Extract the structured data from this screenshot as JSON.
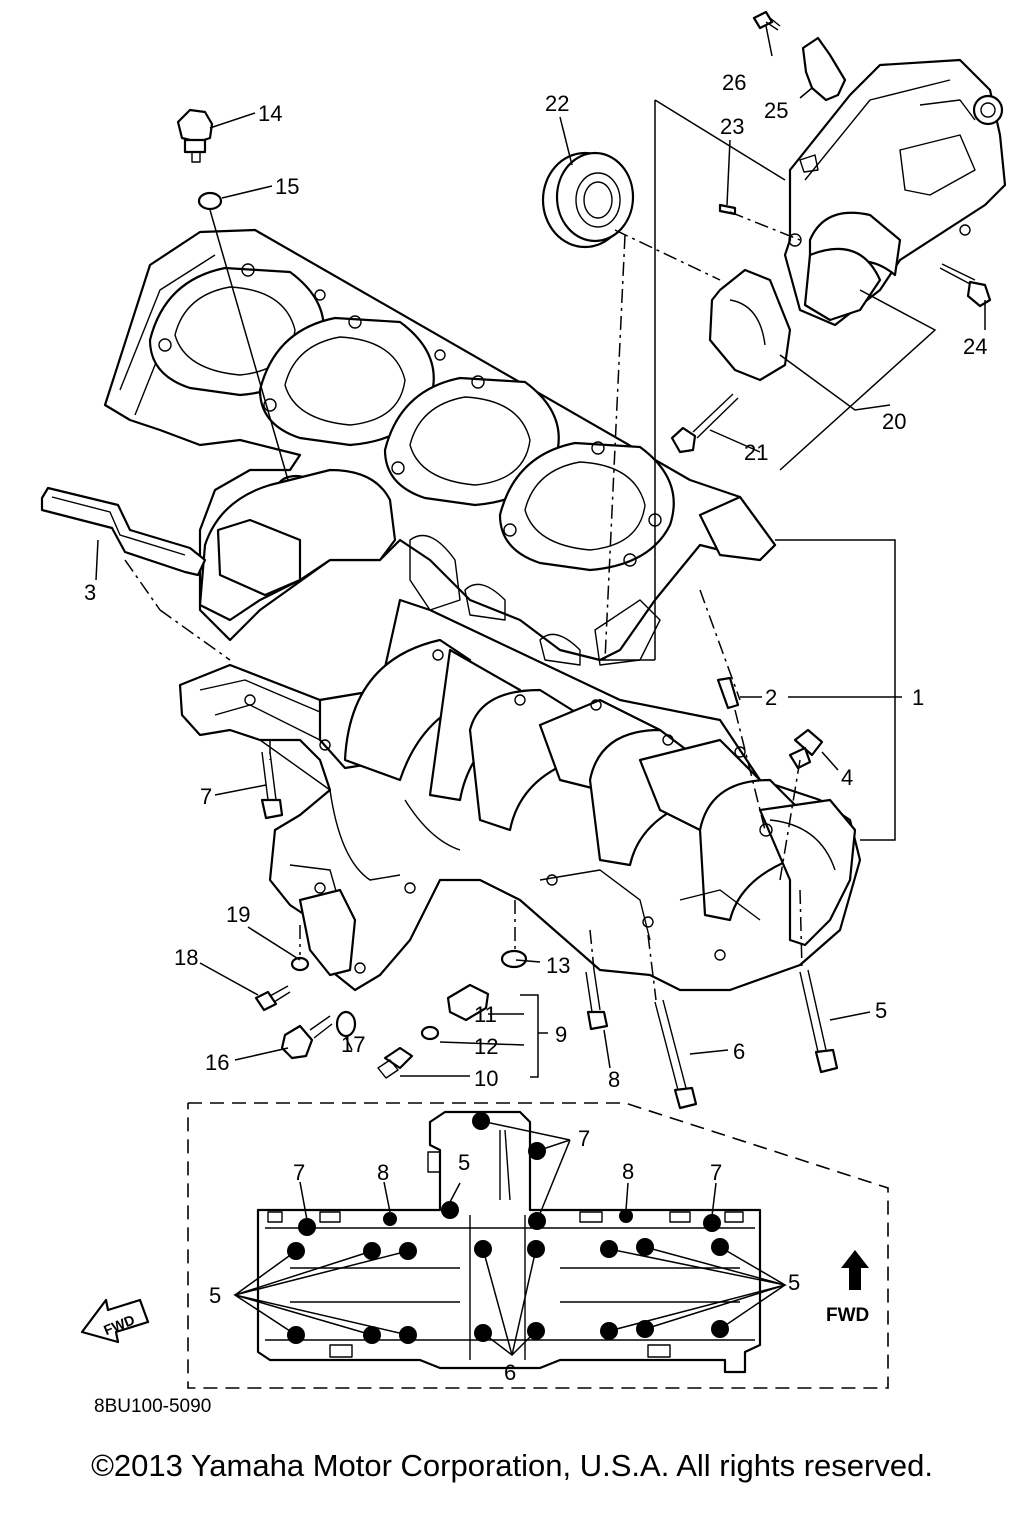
{
  "callouts": [
    {
      "id": "c1",
      "text": "1"
    },
    {
      "id": "c2",
      "text": "2"
    },
    {
      "id": "c3",
      "text": "3"
    },
    {
      "id": "c4",
      "text": "4"
    },
    {
      "id": "c5",
      "text": "5"
    },
    {
      "id": "c6",
      "text": "6"
    },
    {
      "id": "c7",
      "text": "7"
    },
    {
      "id": "c8",
      "text": "8"
    },
    {
      "id": "c9",
      "text": "9"
    },
    {
      "id": "c10",
      "text": "10"
    },
    {
      "id": "c11",
      "text": "11"
    },
    {
      "id": "c12",
      "text": "12"
    },
    {
      "id": "c13",
      "text": "13"
    },
    {
      "id": "c14",
      "text": "14"
    },
    {
      "id": "c15",
      "text": "15"
    },
    {
      "id": "c16",
      "text": "16"
    },
    {
      "id": "c17",
      "text": "17"
    },
    {
      "id": "c18",
      "text": "18"
    },
    {
      "id": "c19",
      "text": "19"
    },
    {
      "id": "c20",
      "text": "20"
    },
    {
      "id": "c21",
      "text": "21"
    },
    {
      "id": "c22",
      "text": "22"
    },
    {
      "id": "c23",
      "text": "23"
    },
    {
      "id": "c24",
      "text": "24"
    },
    {
      "id": "c25",
      "text": "25"
    },
    {
      "id": "c26",
      "text": "26"
    }
  ],
  "inset": {
    "labels": [
      {
        "id": "i7a",
        "text": "7"
      },
      {
        "id": "i8a",
        "text": "8"
      },
      {
        "id": "i5a",
        "text": "5"
      },
      {
        "id": "i7b",
        "text": "7"
      },
      {
        "id": "i8b",
        "text": "8"
      },
      {
        "id": "i7c",
        "text": "7"
      },
      {
        "id": "i5l",
        "text": "5"
      },
      {
        "id": "i5r",
        "text": "5"
      },
      {
        "id": "i6",
        "text": "6"
      }
    ],
    "fwd_arrow_label": "FWD",
    "fwd_tag_label": "FWD"
  },
  "diagram_code": "8BU100-5090",
  "copyright": "©2013 Yamaha Motor Corporation, U.S.A. All rights reserved."
}
